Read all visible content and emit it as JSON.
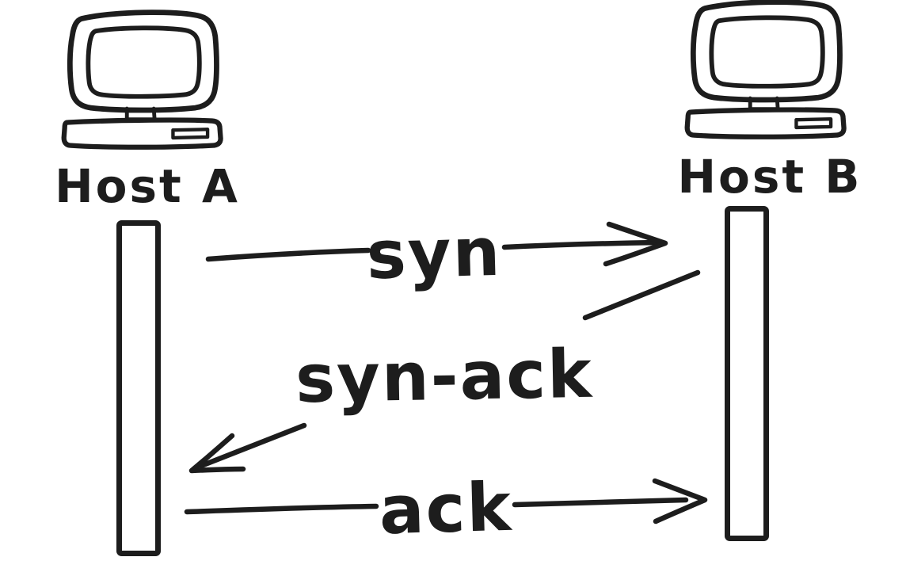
{
  "diagram": {
    "type": "sequence-diagram",
    "colors": {
      "background": "#ffffff",
      "ink": "#1d1d1d"
    },
    "actors": [
      {
        "label": "Host A",
        "icon": "computer-icon"
      },
      {
        "label": "Host B",
        "icon": "computer-icon"
      }
    ],
    "messages": [
      {
        "label": "syn",
        "from": "Host A",
        "to": "Host B",
        "direction": "right"
      },
      {
        "label": "syn-ack",
        "from": "Host B",
        "to": "Host A",
        "direction": "left"
      },
      {
        "label": "ack",
        "from": "Host A",
        "to": "Host B",
        "direction": "right"
      }
    ]
  }
}
